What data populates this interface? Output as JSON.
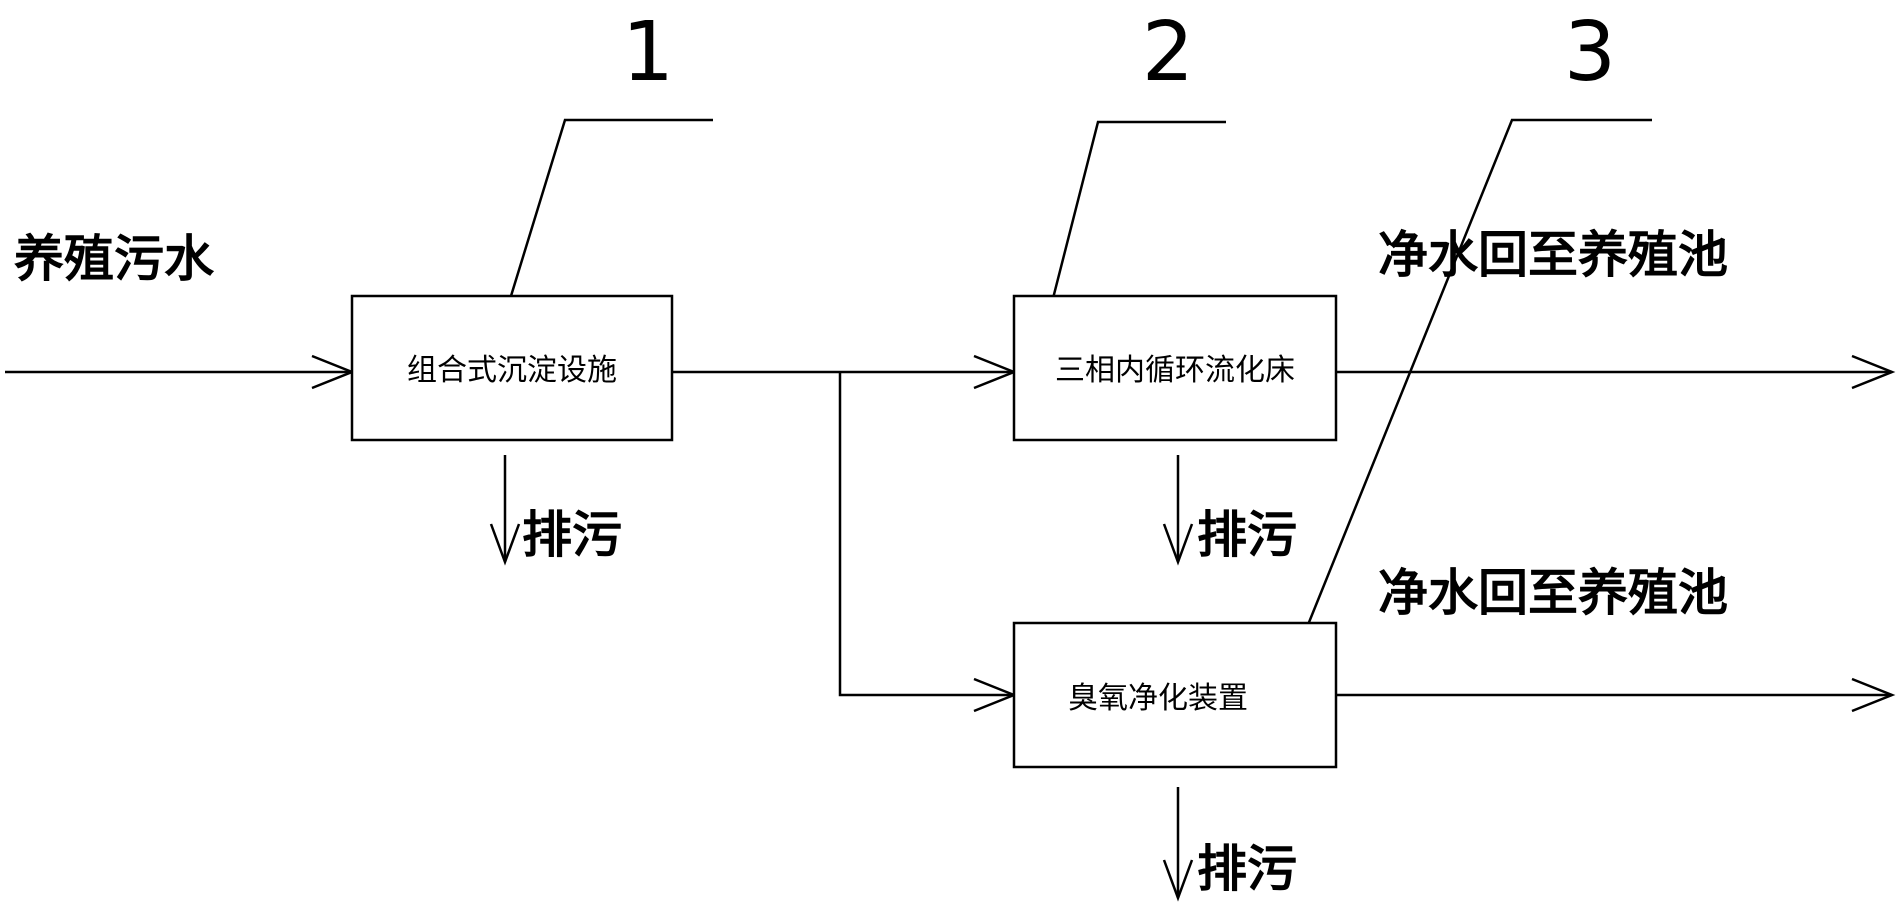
{
  "diagram": {
    "input_label": "养殖污水",
    "boxes": [
      {
        "ref": "1",
        "label": "组合式沉淀设施"
      },
      {
        "ref": "2",
        "label": "三相内循环流化床"
      },
      {
        "ref": "3",
        "label": "臭氧净化装置"
      }
    ],
    "discharge_label": "排污",
    "output_label": "净水回至养殖池"
  }
}
